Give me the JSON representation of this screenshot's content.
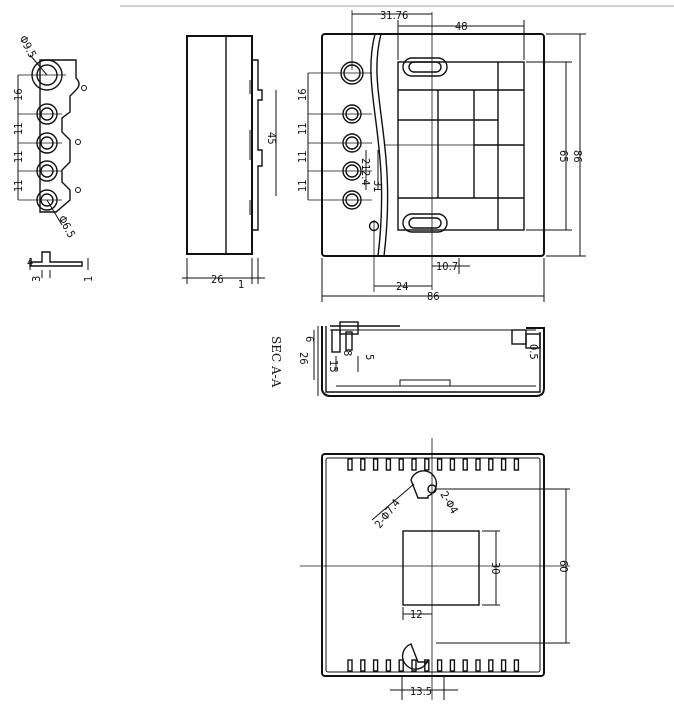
{
  "labels": {
    "button_dia": "Φ9.5",
    "led_dia": "Φ6.5",
    "pitch_first": "16",
    "pitch": "11",
    "side_height": "45",
    "side_depth": "26",
    "side_lip": "1",
    "tab_4": "4",
    "tab_3": "3",
    "tab_1": "1",
    "front_31_76": "31.76",
    "front_48": "48",
    "front_65": "65",
    "front_86_h": "86",
    "front_86_w": "86",
    "front_21": "21",
    "front_2_4": "2.4",
    "front_31": "31",
    "front_10_7": "10.7",
    "front_24": "24",
    "section_title": "SEC A-A",
    "section_6": "6",
    "section_26": "26",
    "section_8": "8",
    "section_5": "5",
    "section_15": "15",
    "section_0_5": "0.5",
    "back_hole_keyhole": "2-Φ7.4",
    "back_hole_small": "2-Φ4",
    "back_30": "30",
    "back_60": "60",
    "back_12": "12",
    "back_13_5": "13.5"
  }
}
